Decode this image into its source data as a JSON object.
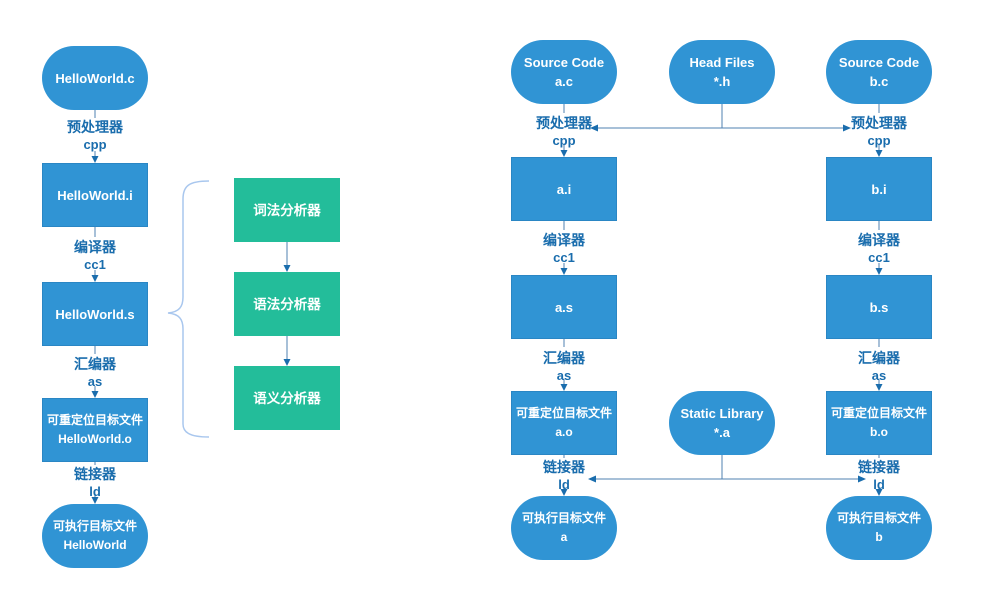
{
  "colors": {
    "node_blue": "#3094d4",
    "node_green": "#23bd9a",
    "label_blue": "#1a6dad",
    "line_blue": "#4f80b2",
    "brace_blue": "#a9c7ee"
  },
  "steps": {
    "preprocessor": {
      "name": "预处理器",
      "tool": "cpp"
    },
    "compiler": {
      "name": "编译器",
      "tool": "cc1"
    },
    "assembler": {
      "name": "汇编器",
      "tool": "as"
    },
    "linker": {
      "name": "链接器",
      "tool": "ld"
    }
  },
  "left_flow": {
    "source": {
      "label": "HelloWorld.c"
    },
    "preprocessed": {
      "label": "HelloWorld.i"
    },
    "assembly": {
      "label": "HelloWorld.s"
    },
    "object": {
      "label": "可重定位目标文件",
      "sublabel": "HelloWorld.o"
    },
    "executable": {
      "label": "可执行目标文件",
      "sublabel": "HelloWorld"
    }
  },
  "compiler_stages": {
    "lexical": {
      "label": "词法分析器"
    },
    "syntax": {
      "label": "语法分析器"
    },
    "semantic": {
      "label": "语义分析器"
    }
  },
  "right_flow": {
    "head_files": {
      "label": "Head Files",
      "sublabel": "*.h"
    },
    "static_library": {
      "label": "Static Library",
      "sublabel": "*.a"
    },
    "a": {
      "source": {
        "label": "Source Code",
        "sublabel": "a.c"
      },
      "preprocessed": {
        "label": "a.i"
      },
      "assembly": {
        "label": "a.s"
      },
      "object": {
        "label": "可重定位目标文件",
        "sublabel": "a.o"
      },
      "executable": {
        "label": "可执行目标文件",
        "sublabel": "a"
      }
    },
    "b": {
      "source": {
        "label": "Source Code",
        "sublabel": "b.c"
      },
      "preprocessed": {
        "label": "b.i"
      },
      "assembly": {
        "label": "b.s"
      },
      "object": {
        "label": "可重定位目标文件",
        "sublabel": "b.o"
      },
      "executable": {
        "label": "可执行目标文件",
        "sublabel": "b"
      }
    }
  }
}
